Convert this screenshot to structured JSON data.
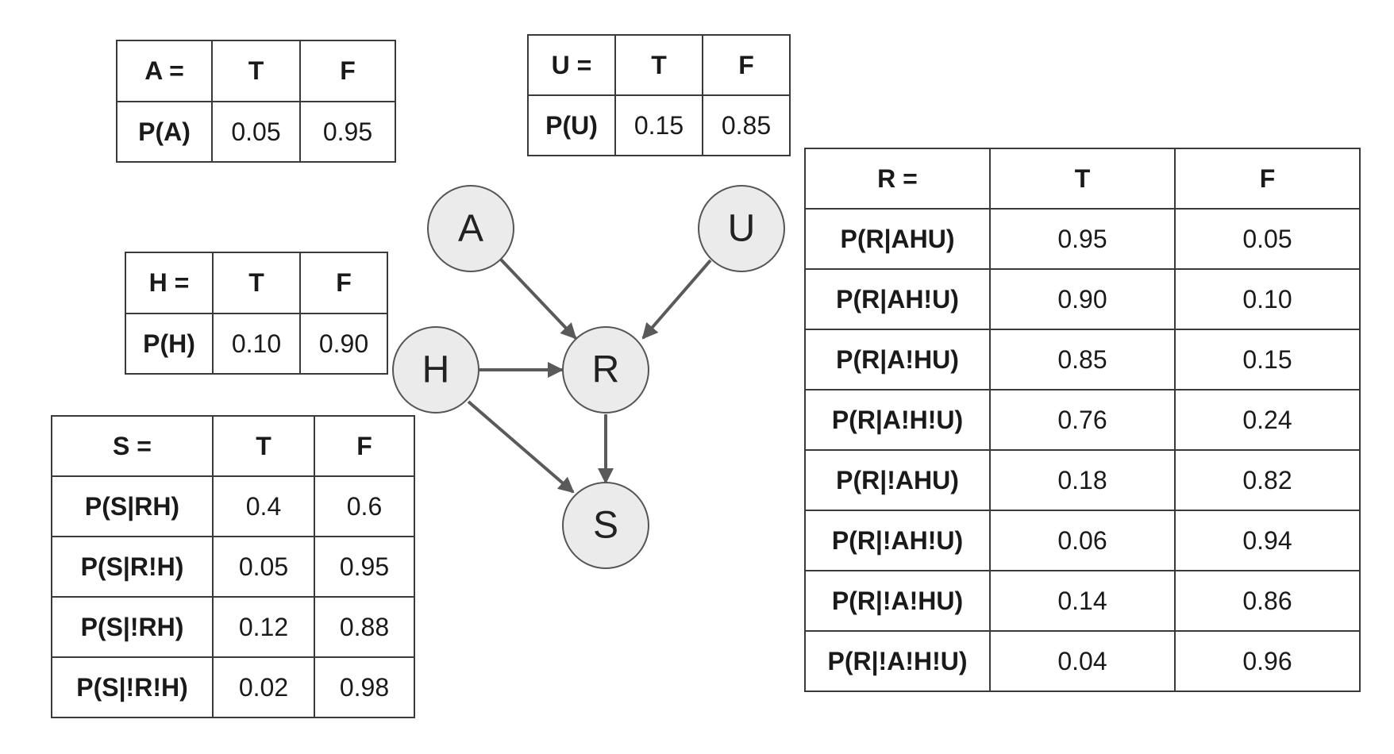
{
  "tables": {
    "A": {
      "header": [
        "A =",
        "T",
        "F"
      ],
      "rows": [
        {
          "label": "P(A)",
          "t": "0.05",
          "f": "0.95"
        }
      ]
    },
    "U": {
      "header": [
        "U =",
        "T",
        "F"
      ],
      "rows": [
        {
          "label": "P(U)",
          "t": "0.15",
          "f": "0.85"
        }
      ]
    },
    "H": {
      "header": [
        "H =",
        "T",
        "F"
      ],
      "rows": [
        {
          "label": "P(H)",
          "t": "0.10",
          "f": "0.90"
        }
      ]
    },
    "S": {
      "header": [
        "S =",
        "T",
        "F"
      ],
      "rows": [
        {
          "label": "P(S|RH)",
          "t": "0.4",
          "f": "0.6"
        },
        {
          "label": "P(S|R!H)",
          "t": "0.05",
          "f": "0.95"
        },
        {
          "label": "P(S|!RH)",
          "t": "0.12",
          "f": "0.88"
        },
        {
          "label": "P(S|!R!H)",
          "t": "0.02",
          "f": "0.98"
        }
      ]
    },
    "R": {
      "header": [
        "R =",
        "T",
        "F"
      ],
      "rows": [
        {
          "label": "P(R|AHU)",
          "t": "0.95",
          "f": "0.05"
        },
        {
          "label": "P(R|AH!U)",
          "t": "0.90",
          "f": "0.10"
        },
        {
          "label": "P(R|A!HU)",
          "t": "0.85",
          "f": "0.15"
        },
        {
          "label": "P(R|A!H!U)",
          "t": "0.76",
          "f": "0.24"
        },
        {
          "label": "P(R|!AHU)",
          "t": "0.18",
          "f": "0.82"
        },
        {
          "label": "P(R|!AH!U)",
          "t": "0.06",
          "f": "0.94"
        },
        {
          "label": "P(R|!A!HU)",
          "t": "0.14",
          "f": "0.86"
        },
        {
          "label": "P(R|!A!H!U)",
          "t": "0.04",
          "f": "0.96"
        }
      ]
    }
  },
  "network": {
    "nodes": {
      "A": "A",
      "U": "U",
      "H": "H",
      "R": "R",
      "S": "S"
    },
    "edges": [
      {
        "from": "A",
        "to": "R"
      },
      {
        "from": "U",
        "to": "R"
      },
      {
        "from": "H",
        "to": "R"
      },
      {
        "from": "H",
        "to": "S"
      },
      {
        "from": "R",
        "to": "S"
      }
    ]
  },
  "colors": {
    "node_fill": "#ebebeb",
    "node_stroke": "#555555",
    "edge": "#5a5a5a",
    "border": "#3a3a3a"
  }
}
